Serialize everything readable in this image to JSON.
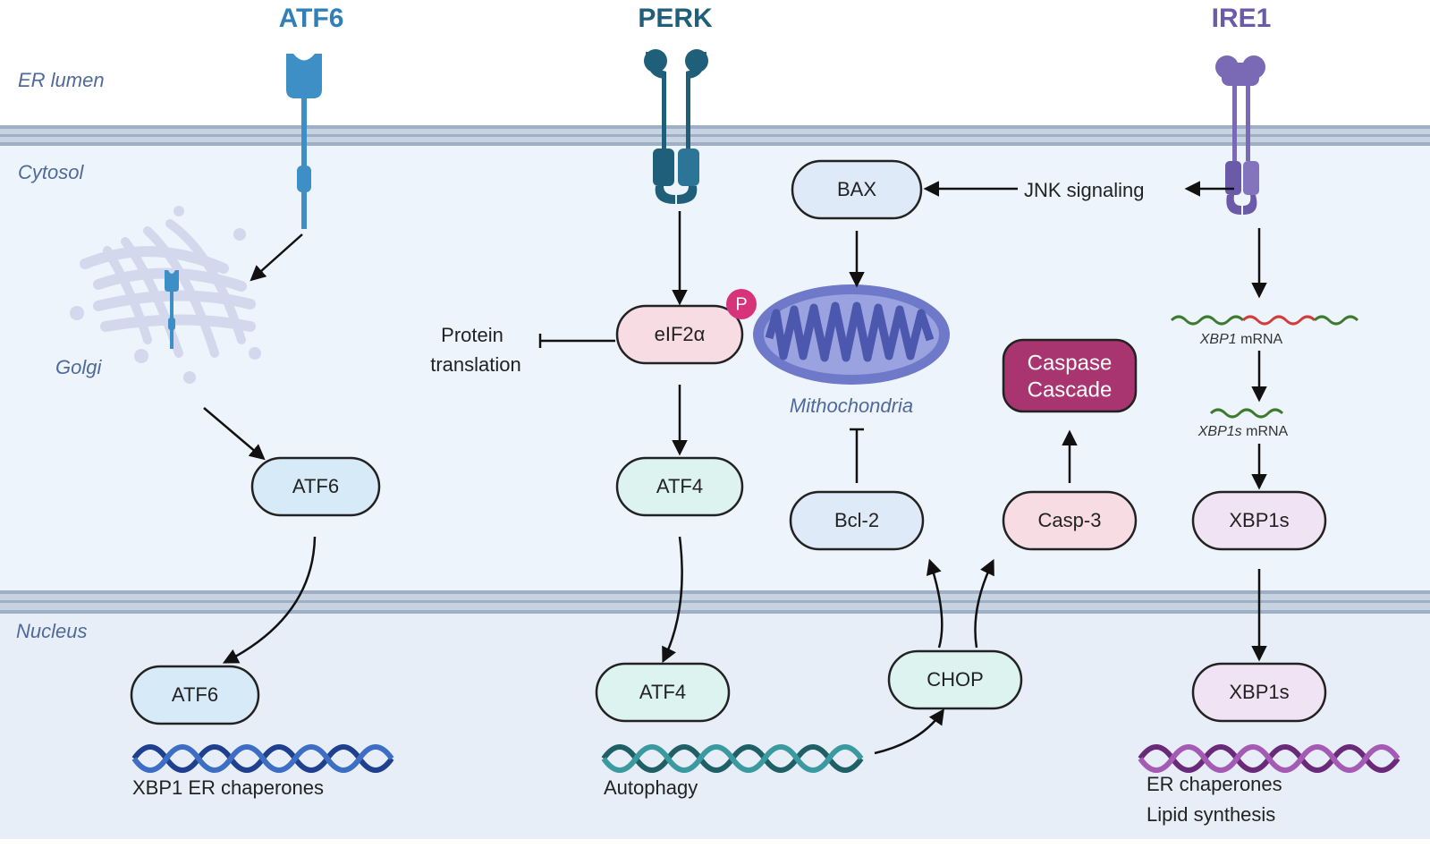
{
  "regions": {
    "er_lumen": "ER lumen",
    "cytosol": "Cytosol",
    "golgi": "Golgi",
    "nucleus": "Nucleus"
  },
  "pathways": {
    "atf6": "ATF6",
    "perk": "PERK",
    "ire1": "IRE1"
  },
  "nodes": {
    "atf6_cytosol": "ATF6",
    "atf6_nucleus": "ATF6",
    "eif2a": "eIF2α",
    "phospho": "P",
    "atf4_cytosol": "ATF4",
    "atf4_nucleus": "ATF4",
    "bax": "BAX",
    "bcl2": "Bcl-2",
    "casp3": "Casp-3",
    "caspase_line1": "Caspase",
    "caspase_line2": "Cascade",
    "chop": "CHOP",
    "xbp1s_cytosol": "XBP1s",
    "xbp1s_nucleus": "XBP1s"
  },
  "labels": {
    "protein_line1": "Protein",
    "protein_line2": "translation",
    "jnk": "JNK signaling",
    "mitochondria": "Mithochondria",
    "xbp1_mrna_gene": "XBP1",
    "xbp1_mrna_suffix": " mRNA",
    "xbp1s_mrna_gene": "XBP1s",
    "xbp1s_mrna_suffix": " mRNA",
    "atf6_targets": "XBP1 ER chaperones",
    "perk_targets": "Autophagy",
    "ire1_targets_1": "ER chaperones",
    "ire1_targets_2": "Lipid synthesis"
  },
  "colors": {
    "atf6": "#2f7fb8",
    "perk": "#1f5f7a",
    "ire1": "#6a5aa8",
    "region_text": "#4f6a9a",
    "membrane": "#a9b8cc",
    "cytosol_bg": "#eef4fb",
    "nucleus_bg": "#e7eef8",
    "caspase": "#a8356f",
    "phospho": "#d6337a"
  }
}
